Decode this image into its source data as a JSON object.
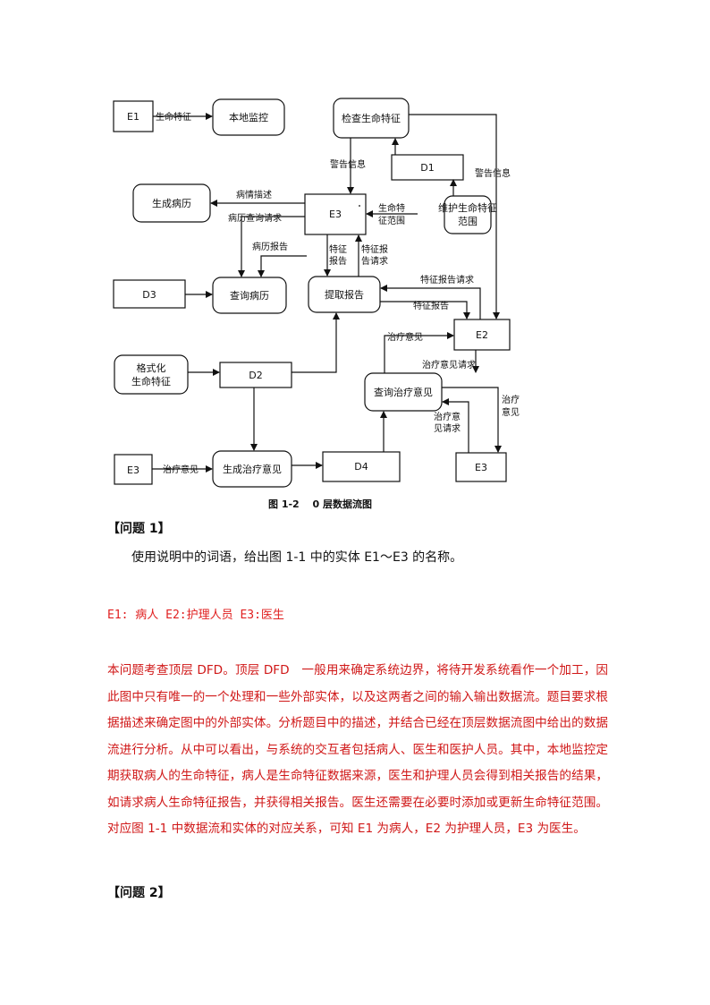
{
  "diagram": {
    "caption": "图 1-2　 0 层数据流图",
    "nodes": {
      "e1_left": "E1",
      "local_monitor": "本地监控",
      "check_vital": "检查生命特征",
      "d1": "D1",
      "gen_record": "生成病历",
      "e3_center": "E3",
      "maintain_range": [
        "维护生命特征",
        "范围"
      ],
      "d3": "D3",
      "query_record": "查询病历",
      "extract_report": "提取报告",
      "e2": "E2",
      "format_vital": [
        "格式化",
        "生命特征"
      ],
      "d2": "D2",
      "query_advice": "查询治疗意见",
      "e3_left": "E3",
      "gen_advice": "生成治疗意见",
      "d4": "D4",
      "e3_right": "E3"
    },
    "flows": {
      "vital": "生命特征",
      "warning1": "警告信息",
      "warning2": "警告信息",
      "condition_desc": "病情描述",
      "record_query": "病历查询请求",
      "vital_range": [
        "生命特",
        "征范围"
      ],
      "record_report": "病历报告",
      "feature_report_v": [
        "特征",
        "报告"
      ],
      "feature_report_req_v": [
        "特征报",
        "告请求"
      ],
      "feature_report_req": "特征报告请求",
      "feature_report": "特征报告",
      "advice1": "治疗意见",
      "advice_req": "治疗意见请求",
      "advice_req_v": [
        "治疗意",
        "见请求"
      ],
      "advice_v": [
        "治疗",
        "意见"
      ],
      "advice2": "治疗意见"
    }
  },
  "q1": {
    "heading": "【问题 1】",
    "text": "使用说明中的词语，给出图 1-1 中的实体 E1～E3 的名称。",
    "answer": "E1: 病人 E2:护理人员 E3:医生",
    "explanation": "本问题考查顶层 DFD。顶层 DFD　一般用来确定系统边界，将待开发系统看作一个加工，因此图中只有唯一的一个处理和一些外部实体，以及这两者之间的输入输出数据流。题目要求根据描述来确定图中的外部实体。分析题目中的描述，并结合已经在顶层数据流图中给出的数据流进行分析。从中可以看出，与系统的交互者包括病人、医生和医护人员。其中，本地监控定期获取病人的生命特征，病人是生命特征数据来源，医生和护理人员会得到相关报告的结果，如请求病人生命特征报告，并获得相关报告。医生还需要在必要时添加或更新生命特征范围。对应图 1-1 中数据流和实体的对应关系，可知 E1 为病人，E2 为护理人员，E3 为医生。"
  },
  "q2": {
    "heading": "【问题 2】"
  }
}
